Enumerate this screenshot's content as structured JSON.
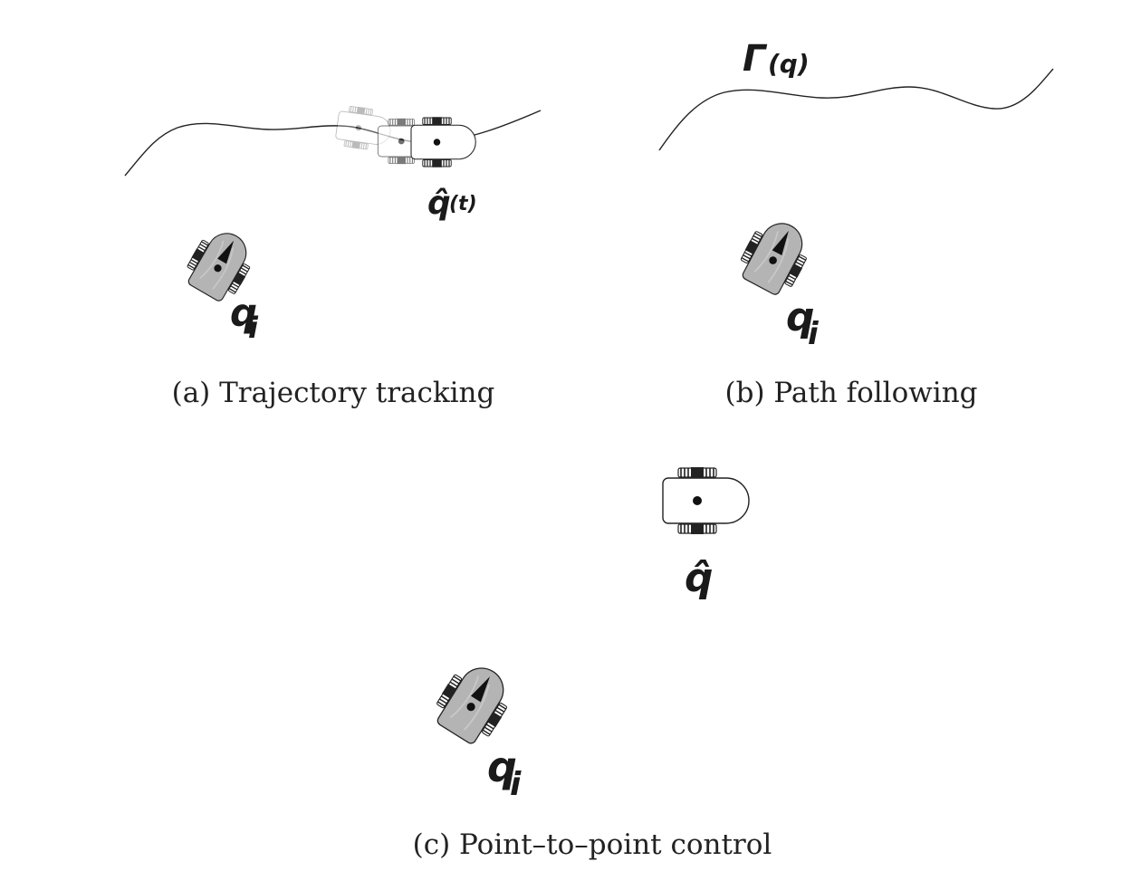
{
  "panels": {
    "a": {
      "caption": "(a) Trajectory tracking",
      "reference_symbol": "q̂",
      "reference_arg": "(t)",
      "robot_symbol": "q",
      "robot_sub": "i"
    },
    "b": {
      "caption": "(b) Path following",
      "path_symbol": "Γ",
      "path_arg": "(q)",
      "robot_symbol": "q",
      "robot_sub": "i"
    },
    "c": {
      "caption": "(c) Point–to–point control",
      "target_symbol": "q̂",
      "robot_symbol": "q",
      "robot_sub": "i"
    }
  },
  "colors": {
    "robot_body": "#b4b4b4",
    "target_body": "#ffffff",
    "ghost_body": "#e6e6e6",
    "line": "#222222"
  }
}
